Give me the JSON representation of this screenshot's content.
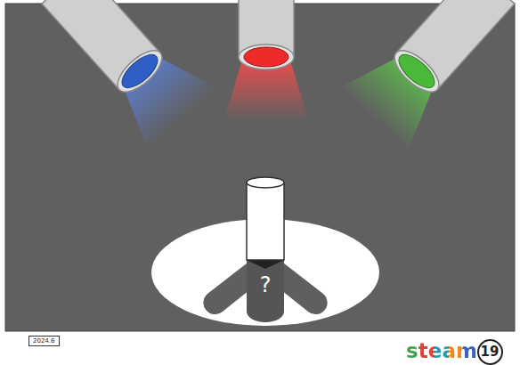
{
  "diagram": {
    "nodes": [
      {
        "text": [
          "2024.6"
        ]
      },
      {
        "text": [
          "19"
        ]
      }
    ],
    "labels": [
      "?",
      "steam"
    ]
  }
}
